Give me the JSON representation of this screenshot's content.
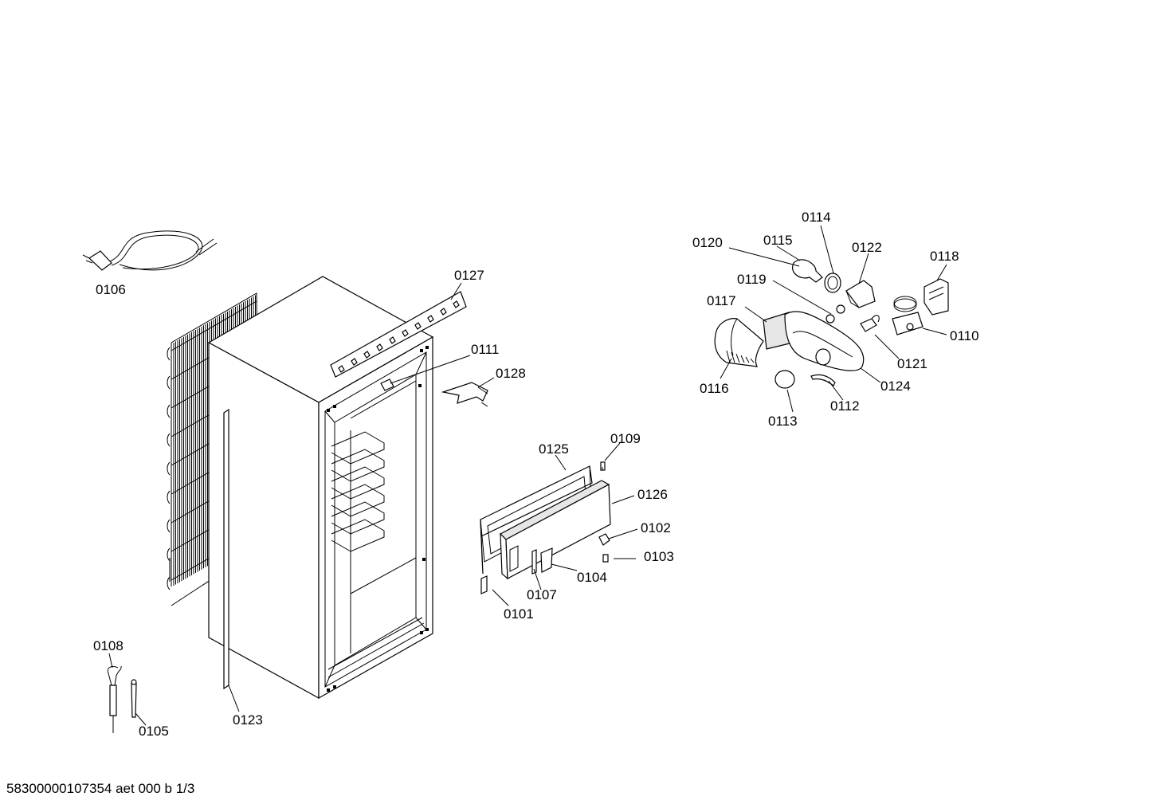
{
  "document_id": "58300000107354 aet 000 b 1/3",
  "part_numbers": {
    "p0101": "0101",
    "p0102": "0102",
    "p0103": "0103",
    "p0104": "0104",
    "p0105": "0105",
    "p0106": "0106",
    "p0107": "0107",
    "p0108": "0108",
    "p0109": "0109",
    "p0110": "0110",
    "p0111": "0111",
    "p0112": "0112",
    "p0113": "0113",
    "p0114": "0114",
    "p0115": "0115",
    "p0116": "0116",
    "p0117": "0117",
    "p0118": "0118",
    "p0119": "0119",
    "p0120": "0120",
    "p0121": "0121",
    "p0122": "0122",
    "p0123": "0123",
    "p0124": "0124",
    "p0125": "0125",
    "p0126": "0126",
    "p0127": "0127",
    "p0128": "0128"
  }
}
